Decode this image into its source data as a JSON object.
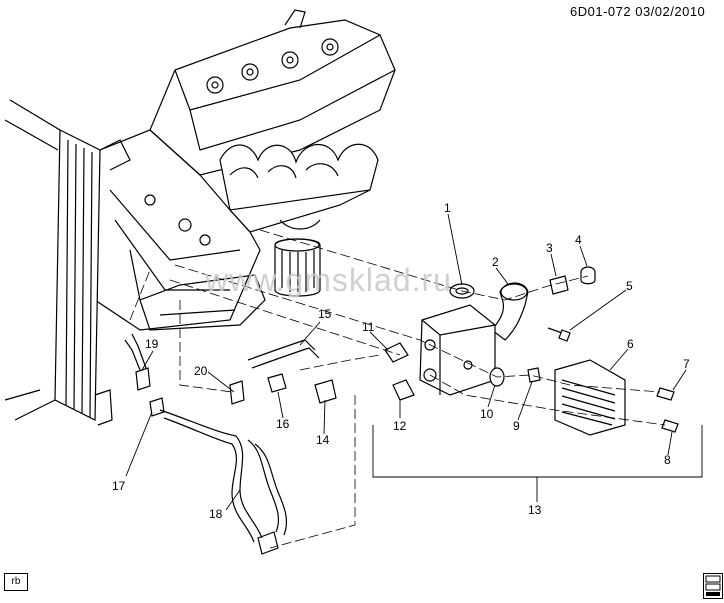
{
  "header": {
    "document_id": "6D01-072 03/02/2010"
  },
  "watermark": {
    "text": "www.gmsklad.ru"
  },
  "footer": {
    "badge": "rb"
  },
  "callouts": [
    {
      "id": "c1",
      "label": "1"
    },
    {
      "id": "c2",
      "label": "2"
    },
    {
      "id": "c3",
      "label": "3"
    },
    {
      "id": "c4",
      "label": "4"
    },
    {
      "id": "c5",
      "label": "5"
    },
    {
      "id": "c6",
      "label": "6"
    },
    {
      "id": "c7",
      "label": "7"
    },
    {
      "id": "c8",
      "label": "8"
    },
    {
      "id": "c9",
      "label": "9"
    },
    {
      "id": "c10",
      "label": "10"
    },
    {
      "id": "c11",
      "label": "11"
    },
    {
      "id": "c12",
      "label": "12"
    },
    {
      "id": "c13",
      "label": "13"
    },
    {
      "id": "c14",
      "label": "14"
    },
    {
      "id": "c15",
      "label": "15"
    },
    {
      "id": "c16",
      "label": "16"
    },
    {
      "id": "c17",
      "label": "17"
    },
    {
      "id": "c18",
      "label": "18"
    },
    {
      "id": "c19",
      "label": "19"
    },
    {
      "id": "c20",
      "label": "20"
    }
  ],
  "colors": {
    "line": "#000000",
    "watermark": "#c8c8c8",
    "background": "#ffffff"
  }
}
